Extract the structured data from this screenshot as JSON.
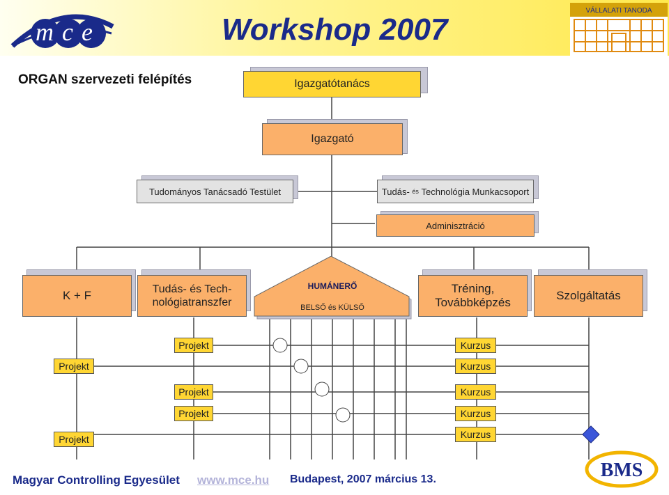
{
  "header": {
    "title": "Workshop 2007",
    "logo_text": "mce",
    "tanoda_label": "VÁLLALATI TANODA"
  },
  "subtitle": "ORGAN szervezeti felépítés",
  "org": {
    "board": "Igazgatótanács",
    "director": "Igazgató",
    "advisory": "Tudományos Tanácsadó Testület",
    "workgroup_pre": "Tudás-",
    "workgroup_es": "és",
    "workgroup_post": "Technológia Munkacsoport",
    "admin": "Adminisztráció",
    "kf": "K + F",
    "transfer_line1": "Tudás- és Tech-",
    "transfer_line2": "nológiatranszfer",
    "hr_title": "HUMÁNERŐ",
    "hr_sub": "BELSŐ és KÜLSŐ",
    "training_line1": "Tréning,",
    "training_line2": "Továbbképzés",
    "service": "Szolgáltatás"
  },
  "projects": [
    "Projekt",
    "Projekt",
    "Projekt",
    "Projekt",
    "Projekt"
  ],
  "courses": [
    "Kurzus",
    "Kurzus",
    "Kurzus",
    "Kurzus",
    "Kurzus"
  ],
  "footer": {
    "org_name": "Magyar Controlling Egyesület",
    "url": "www.mce.hu",
    "place_date": "Budapest,  2007 március 13."
  },
  "bms_logo": "BMS"
}
